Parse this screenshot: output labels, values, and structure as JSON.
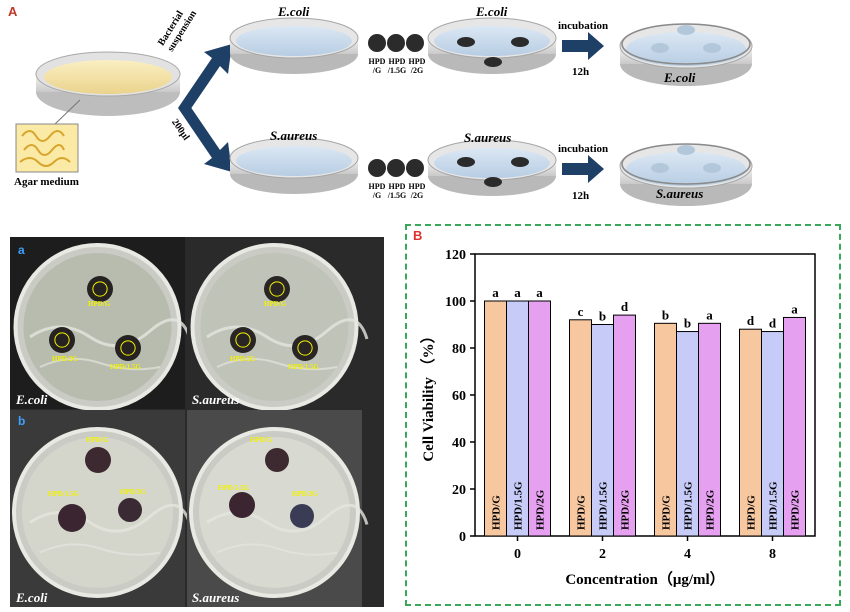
{
  "schematic": {
    "panel_label": "A",
    "agar_label": "Agar medium",
    "arrow_top_label": "Bacterial suspension",
    "arrow_bottom_label": "200μl",
    "ecoli_label": "E.coli",
    "saureus_label": "S.aureus",
    "sample_1": "HPD /G",
    "sample_2": "HPD /1.5G",
    "sample_3": "HPD /2G",
    "incubation_label": "incubation",
    "time_label": "12h",
    "colors": {
      "agar": "#f6e6a8",
      "dish_blue": "#cfe0f0",
      "arrow": "#1e3f66",
      "disc": "#2b2b2b"
    }
  },
  "photos": {
    "row_a_label": "a",
    "row_b_label": "b",
    "ecoli_label": "E.coli",
    "saureus_label": "S.aureus",
    "ring_g": "HPD/G",
    "ring_15g": "HPD/1.5G",
    "ring_2g": "HPD/2G"
  },
  "chart_data": {
    "type": "bar",
    "panel_label": "B",
    "xlabel": "Concentration（μg/ml）",
    "ylabel": "Cell Viability （%）",
    "categories": [
      "0",
      "2",
      "4",
      "8"
    ],
    "ylim": [
      0,
      120
    ],
    "yticks": [
      0,
      20,
      40,
      60,
      80,
      100,
      120
    ],
    "series": [
      {
        "name": "HPD/G",
        "color": "#f7c8a0",
        "values": [
          100,
          92,
          90.5,
          88
        ],
        "letters": [
          "a",
          "c",
          "b",
          "d"
        ]
      },
      {
        "name": "HPD/1.5G",
        "color": "#c6cbf7",
        "values": [
          100,
          90,
          87,
          87
        ],
        "letters": [
          "a",
          "b",
          "b",
          "d"
        ]
      },
      {
        "name": "HPD/2G",
        "color": "#e6a0f0",
        "values": [
          100,
          94,
          90.5,
          93
        ],
        "letters": [
          "a",
          "d",
          "a",
          "a"
        ]
      }
    ],
    "border_color": "#3aa85a"
  }
}
